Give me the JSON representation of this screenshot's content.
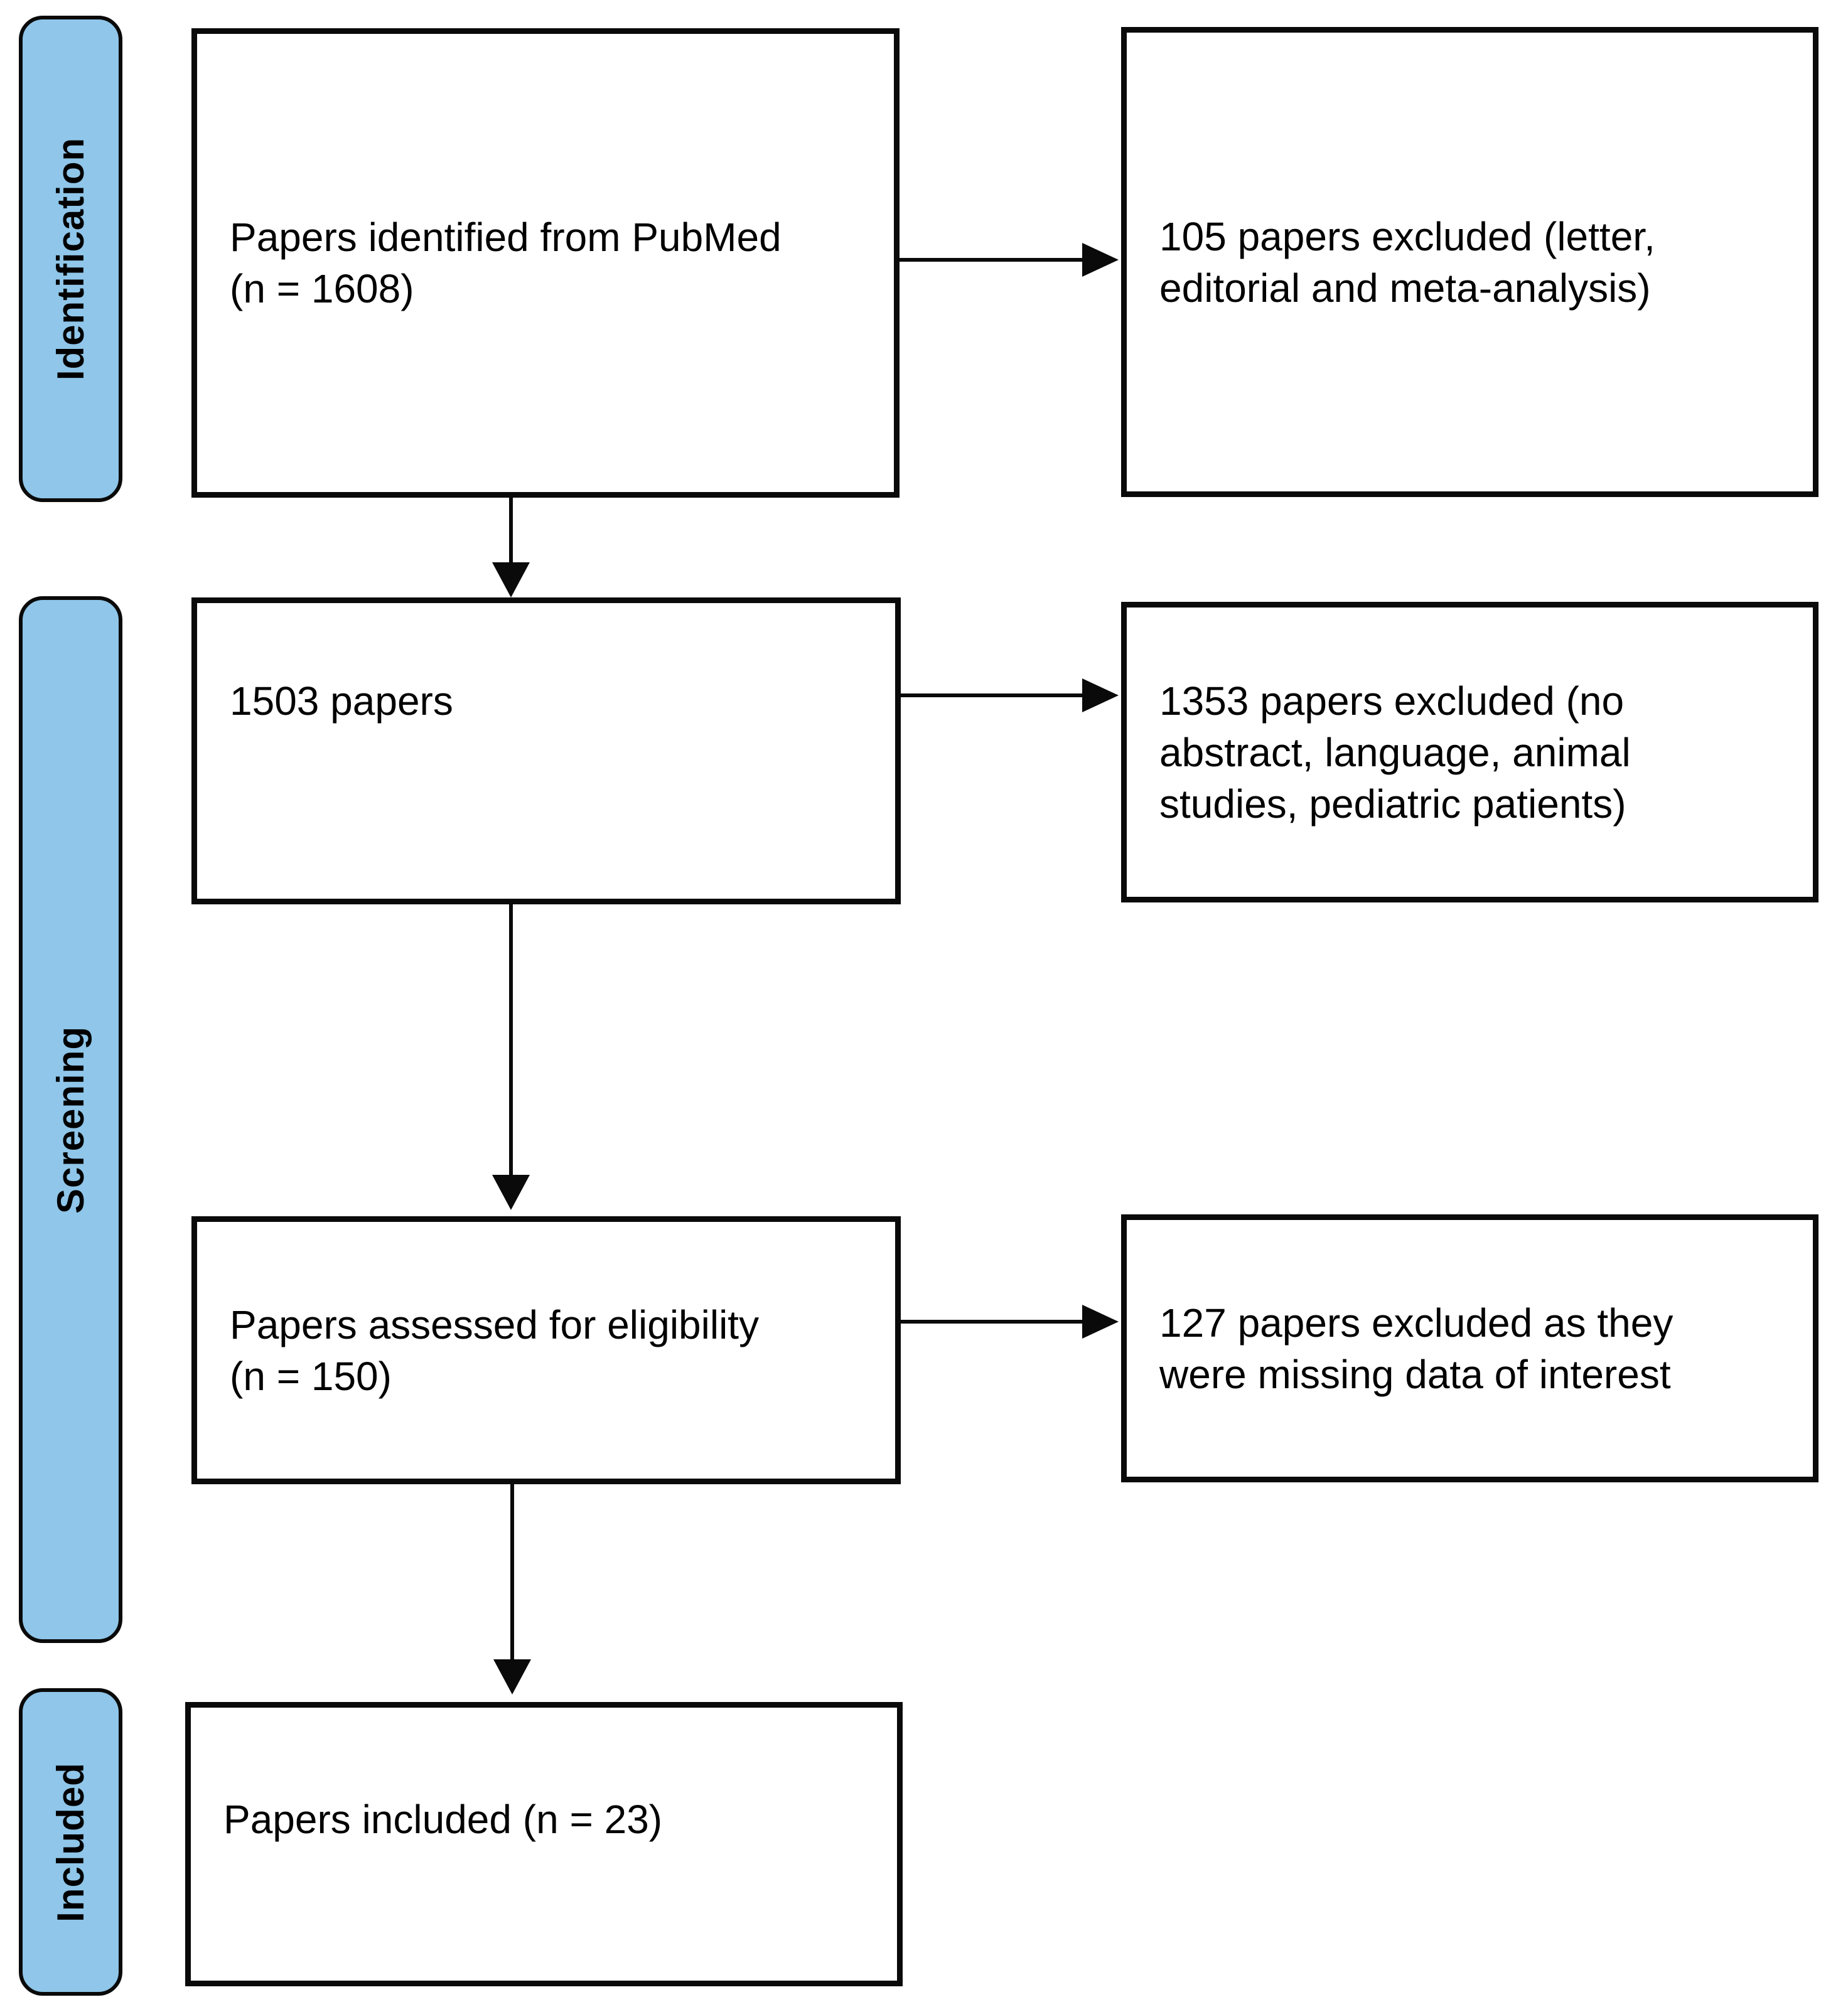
{
  "figure": {
    "type": "prisma-flow-diagram",
    "description": "Study selection flow diagram"
  },
  "colors": {
    "stage_fill": "#8FC6E9",
    "line_color": "#0a0a0a",
    "background": "#ffffff",
    "text_color": "#000000"
  },
  "stages": {
    "identification": "Identification",
    "screening": "Screening",
    "included": "Included"
  },
  "boxes": {
    "identified": {
      "line1": "Papers identified from PubMed",
      "line2": "(n = 1608)"
    },
    "excluded_1": {
      "line1": "105 papers excluded (letter,",
      "line2": "editorial and meta-analysis)"
    },
    "screened": {
      "line1": "1503 papers"
    },
    "excluded_2": {
      "line1": "1353 papers excluded (no",
      "line2": "abstract, language, animal",
      "line3": "studies, pediatric patients)"
    },
    "assessed": {
      "line1": "Papers assessed for eligibility",
      "line2": "(n = 150)"
    },
    "excluded_3": {
      "line1": "127 papers excluded as they",
      "line2": "were missing data of interest"
    },
    "included_papers": {
      "line1": "Papers included (n = 23)"
    }
  }
}
